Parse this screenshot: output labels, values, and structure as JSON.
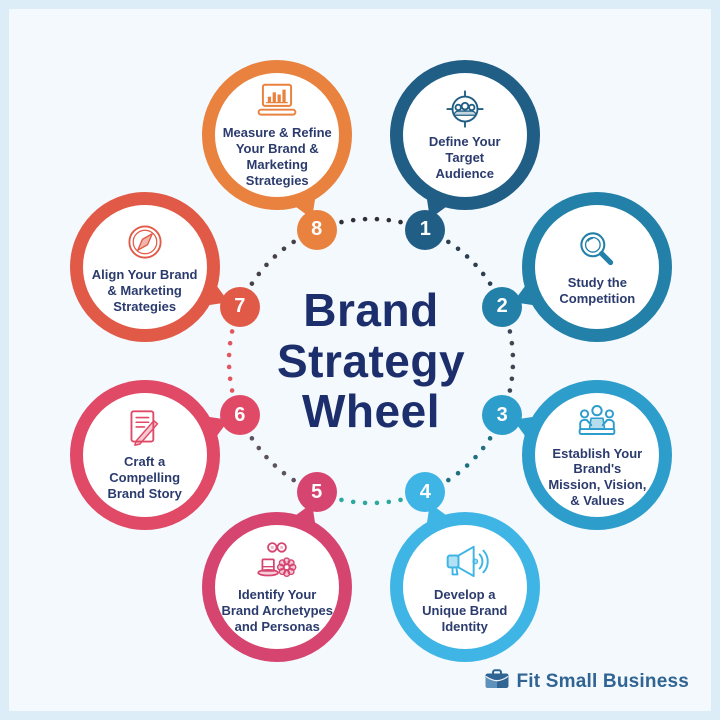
{
  "title": {
    "lines": [
      "Brand",
      "Strategy",
      "Wheel"
    ],
    "color": "#1c2e6b"
  },
  "steps": [
    {
      "number": "1",
      "label": "Define Your\nTarget\nAudience",
      "color": "#215e85",
      "icon": "target-audience-icon"
    },
    {
      "number": "2",
      "label": "Study the\nCompetition",
      "color": "#2380a8",
      "icon": "magnifier-icon"
    },
    {
      "number": "3",
      "label": "Establish Your\nBrand's\nMission, Vision,\n& Values",
      "color": "#2d9dcb",
      "icon": "team-meeting-icon"
    },
    {
      "number": "4",
      "label": "Develop a\nUnique Brand\nIdentity",
      "color": "#3fb5e5",
      "icon": "megaphone-icon"
    },
    {
      "number": "5",
      "label": "Identify Your\nBrand Archetypes\nand Personas",
      "color": "#d64570",
      "icon": "persona-mask-icon"
    },
    {
      "number": "6",
      "label": "Craft a\nCompelling\nBrand Story",
      "color": "#e04a66",
      "icon": "document-pen-icon"
    },
    {
      "number": "7",
      "label": "Align Your Brand\n& Marketing\nStrategies",
      "color": "#e15a48",
      "icon": "compass-icon"
    },
    {
      "number": "8",
      "label": "Measure & Refine\nYour Brand &\nMarketing\nStrategies",
      "color": "#e8823e",
      "icon": "laptop-chart-icon"
    }
  ],
  "connector_dot_colors": [
    "#2c3e50",
    "#3d4653",
    "#1f6f80",
    "#2ca89e",
    "#5d5360",
    "#e05760",
    "#46404b",
    "#30303a"
  ],
  "footer": {
    "brand": "Fit Small Business",
    "color": "#2f6493"
  },
  "canvas": {
    "background": "#f4f9fd",
    "frame": "#dcedf7",
    "label_color": "#2b3b6d"
  }
}
